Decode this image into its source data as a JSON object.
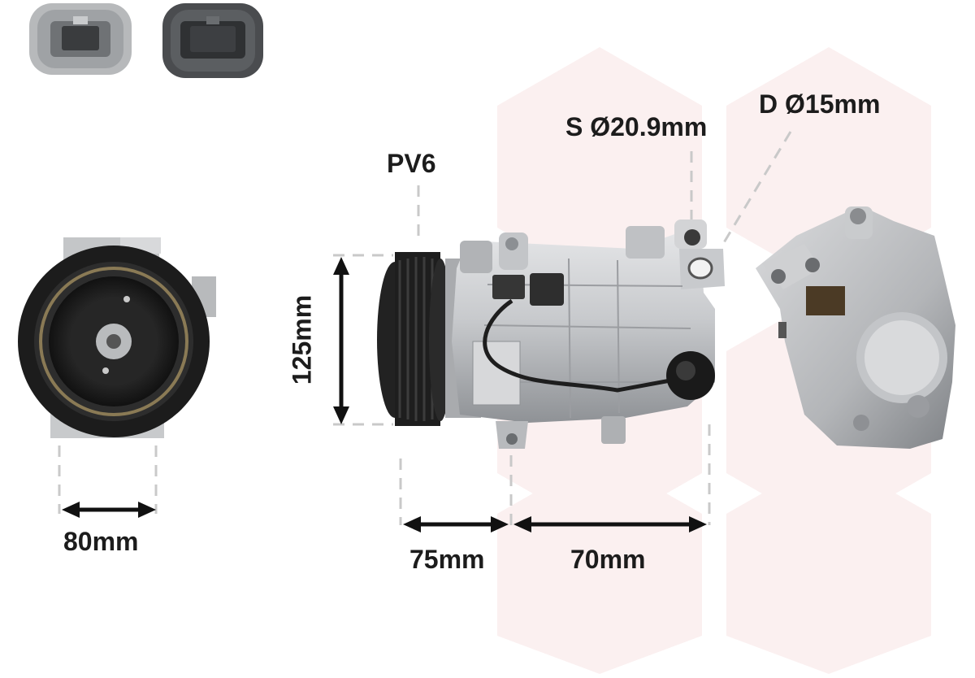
{
  "labels": {
    "suction_port": "S Ø20.9mm",
    "discharge_port": "D Ø15mm",
    "pulley_type": "PV6",
    "height": "125mm",
    "pulley_diameter": "80mm",
    "length_a": "75mm",
    "length_b": "70mm"
  },
  "colors": {
    "hexagon": "#fbf0f0",
    "dimension_line": "#c9c9c9",
    "arrow": "#111111",
    "metal": "#c9cbcd",
    "pulley": "#1b1b1b"
  }
}
